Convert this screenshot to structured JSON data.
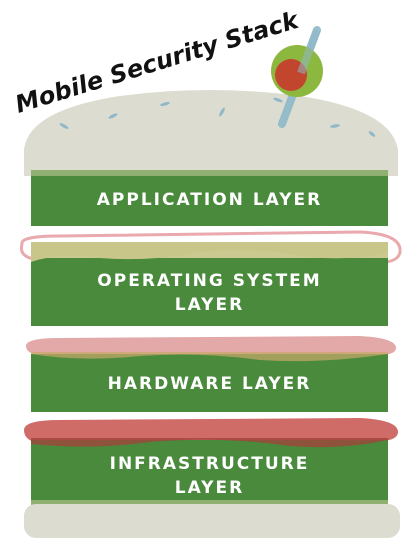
{
  "title": "Mobile Security Stack",
  "layers": [
    {
      "lines": [
        "APPLICATION LAYER"
      ]
    },
    {
      "lines": [
        "OPERATING SYSTEM",
        "LAYER"
      ]
    },
    {
      "lines": [
        "HARDWARE LAYER"
      ]
    },
    {
      "lines": [
        "INFRASTRUCTURE",
        "LAYER"
      ]
    }
  ],
  "colors": {
    "bun": "#dcdcd0",
    "layer_green": "#4a8a3c",
    "cheese": "#c9c68a",
    "lettuce_outline": "#e9a9ad",
    "ham": "#e3a8a8",
    "tomato": "#cf6c68",
    "olive": "#8db83f",
    "pimento": "#c2452d",
    "toothpick": "#8fb8c9"
  }
}
